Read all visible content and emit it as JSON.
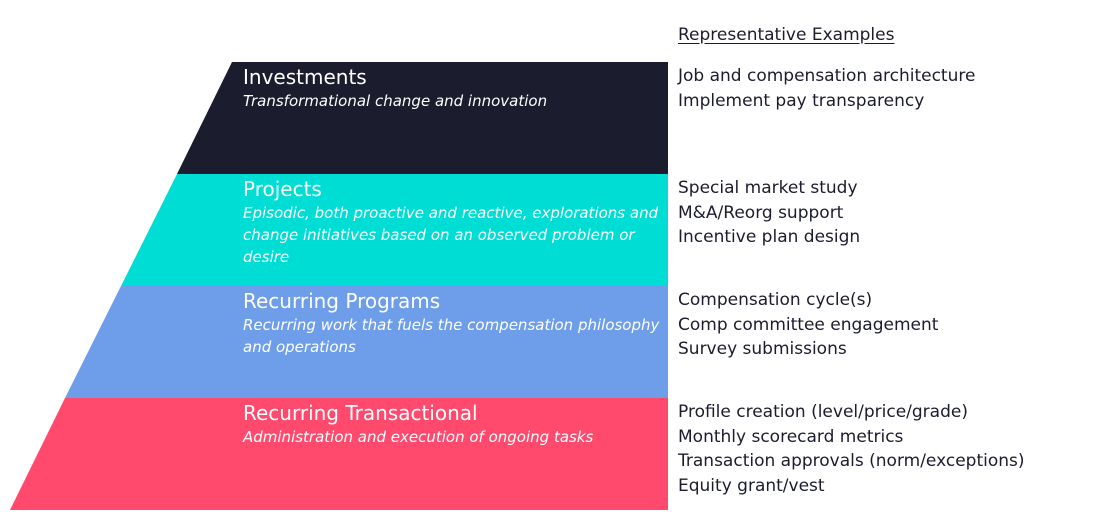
{
  "header": "Representative Examples",
  "tiers": [
    {
      "title": "Investments",
      "description": "Transformational change and innovation",
      "color": "#1b1c2e",
      "examples": [
        "Job and compensation architecture",
        "Implement pay transparency"
      ]
    },
    {
      "title": "Projects",
      "description": "Episodic, both proactive and reactive, explorations and change initiatives based on an observed problem or desire",
      "color": "#00ddd5",
      "examples": [
        "Special market study",
        "M&A/Reorg support",
        "Incentive plan design"
      ]
    },
    {
      "title": "Recurring Programs",
      "description": "Recurring work that fuels the compensation philosophy and operations",
      "color": "#6e9eea",
      "examples": [
        "Compensation cycle(s)",
        "Comp committee engagement",
        "Survey submissions"
      ]
    },
    {
      "title": "Recurring Transactional",
      "description": "Administration and execution of ongoing tasks",
      "color": "#ff4a6e",
      "examples": [
        "Profile creation (level/price/grade)",
        "Monthly scorecard metrics",
        "Transaction approvals (norm/exceptions)",
        "Equity grant/vest"
      ]
    }
  ]
}
